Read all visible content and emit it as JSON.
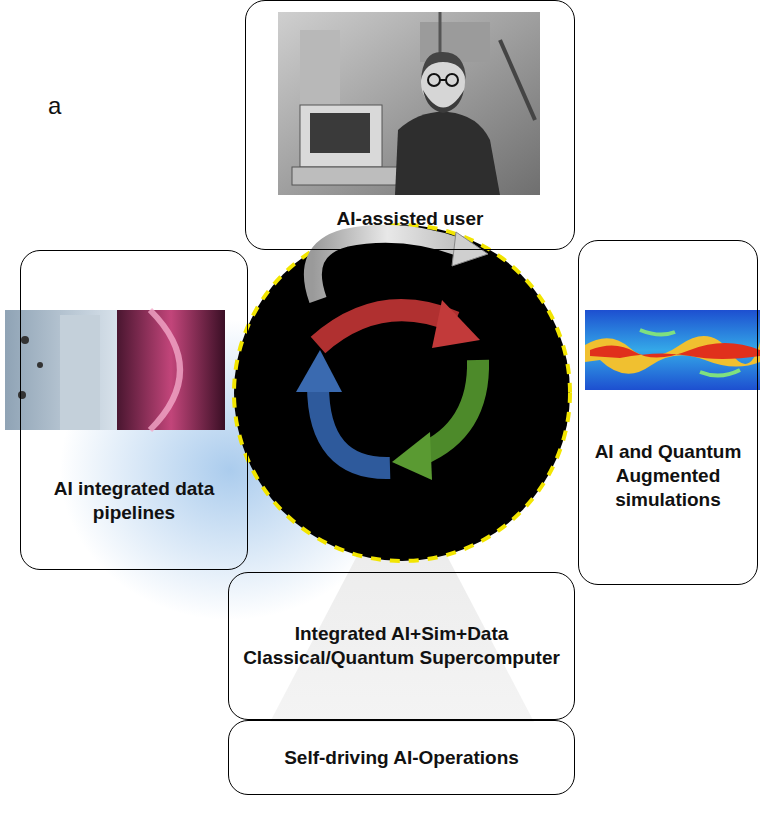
{
  "diagram": {
    "nodes": [
      {
        "text": [
          "AI-assisted user"
        ]
      },
      {
        "text": [
          "AI integrated data pipelines"
        ]
      },
      {
        "text": [
          "AI and Quantum Augmented simulations"
        ]
      },
      {
        "text": [
          "Integrated AI+Sim+Data Classical/Quantum Supercomputer"
        ]
      },
      {
        "text": [
          "Self-driving AI-Operations"
        ]
      }
    ],
    "labels": [
      "a"
    ]
  }
}
